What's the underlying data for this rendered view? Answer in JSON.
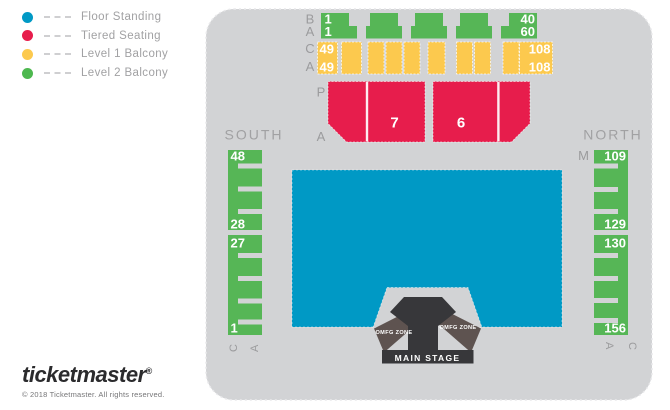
{
  "colors": {
    "floor_standing": "#0099c5",
    "tiered_seating": "#e71d4c",
    "level1_balcony": "#fcc94e",
    "level2_balcony": "#56b656",
    "map_background": "#d2d3d5",
    "stage": "#37373a",
    "omfg_zone": "#5e5350",
    "label_gray": "#9b9b9d"
  },
  "legend": {
    "items": [
      {
        "label": "Floor Standing"
      },
      {
        "label": "Tiered Seating"
      },
      {
        "label": "Level 1 Balcony"
      },
      {
        "label": "Level 2 Balcony"
      }
    ]
  },
  "map": {
    "balcony2": {
      "row_top": "B",
      "row_bottom": "A",
      "first_top": "1",
      "first_bottom": "1",
      "last_top": "40",
      "last_bottom": "60"
    },
    "balcony1": {
      "row_top": "C",
      "row_bottom": "A",
      "first_top": "49",
      "first_bottom": "49",
      "last_top": "108",
      "last_bottom": "108"
    },
    "tiered": {
      "row_top": "P",
      "row_bottom": "A",
      "left_block": "7",
      "right_block": "6"
    },
    "south": {
      "title": "SOUTH",
      "upper_first": "48",
      "upper_last": "28",
      "lower_first": "27",
      "lower_last": "1",
      "aisle_outer": "C",
      "aisle_inner": "A"
    },
    "north": {
      "title": "NORTH",
      "row_m": "M",
      "upper_first": "109",
      "upper_last": "129",
      "lower_first": "130",
      "lower_last": "156",
      "aisle_inner": "A",
      "aisle_outer": "C"
    },
    "stage": {
      "main_label": "MAIN STAGE",
      "omfg_left": "OMFG ZONE",
      "omfg_right": "OMFG ZONE"
    }
  },
  "footer": {
    "brand": "ticketmaster",
    "reg_mark": "®",
    "copyright": "© 2018 Ticketmaster. All rights reserved."
  }
}
